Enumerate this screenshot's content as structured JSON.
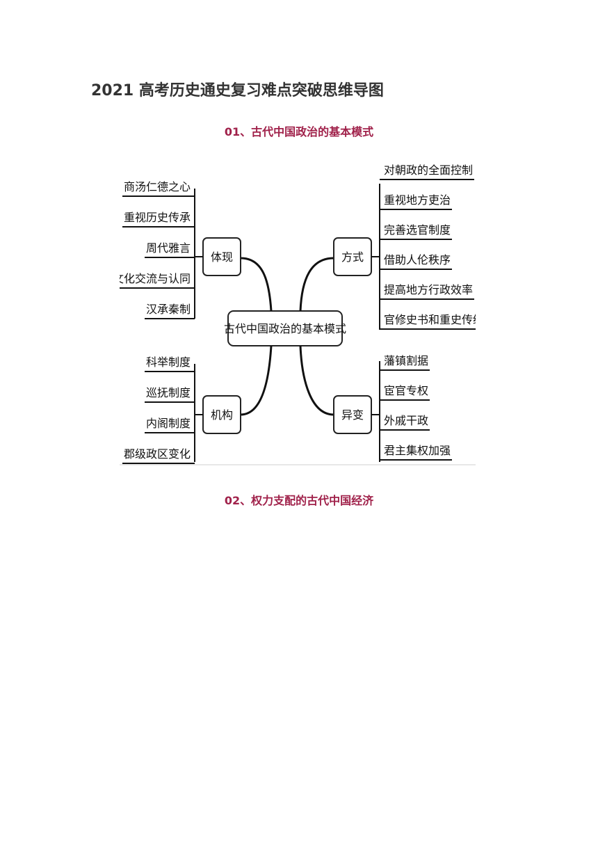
{
  "document": {
    "title": "2021 高考历史通史复习难点突破思维导图",
    "sections": [
      {
        "heading": "01、古代中国政治的基本模式"
      },
      {
        "heading": "02、权力支配的古代中国经济"
      }
    ]
  },
  "mindmap": {
    "center": "古代中国政治的基本模式",
    "branches": {
      "top_left": {
        "label": "体现",
        "items": [
          "商汤仁德之心",
          "重视历史传承",
          "周代雅言",
          "文化交流与认同",
          "汉承秦制"
        ]
      },
      "bottom_left": {
        "label": "机构",
        "items": [
          "科举制度",
          "巡抚制度",
          "内阁制度",
          "郡级政区变化"
        ]
      },
      "top_right": {
        "label": "方式",
        "items": [
          "对朝政的全面控制",
          "重视地方吏治",
          "完善选官制度",
          "借助人伦秩序",
          "提高地方行政效率",
          "官修史书和重史传统"
        ]
      },
      "bottom_right": {
        "label": "异变",
        "items": [
          "藩镇割据",
          "宦官专权",
          "外戚干政",
          "君主集权加强"
        ]
      }
    }
  }
}
